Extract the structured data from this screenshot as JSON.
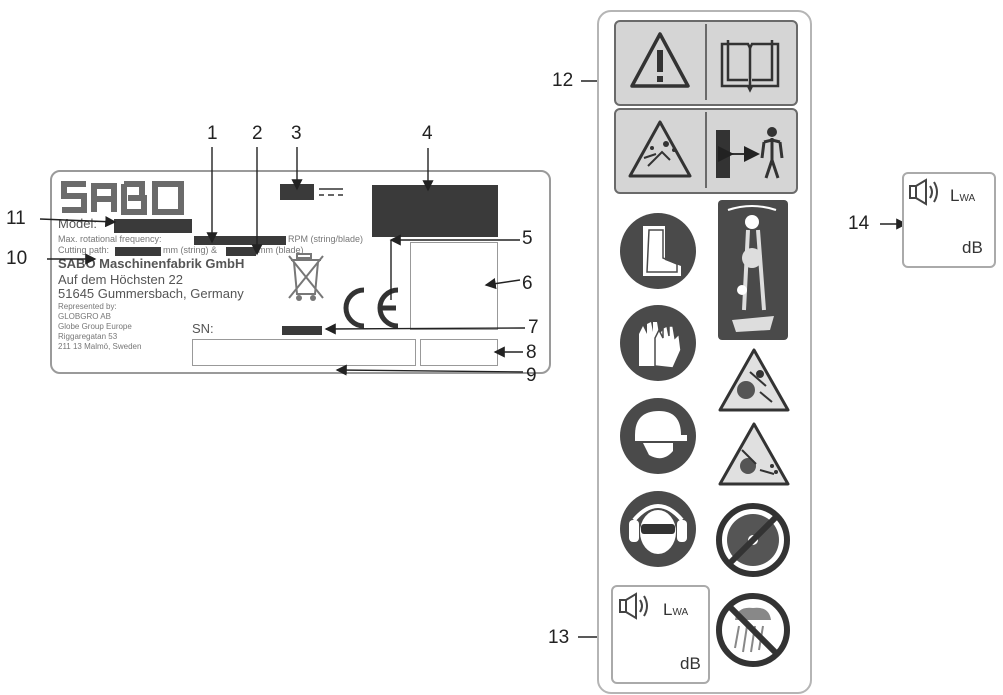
{
  "plate": {
    "brand": "SABO",
    "model_label": "Model:",
    "max_rot_prefix": "Max. rotational frequency:",
    "max_rot_suffix": "RPM (string/blade)",
    "cut_prefix": "Cutting path:",
    "cut_mid": "mm (string) &",
    "cut_suffix": "mm (blade)",
    "company": "SABO Maschinenfabrik GmbH",
    "address1": "Auf dem Höchsten 22",
    "address2": "51645 Gummersbach, Germany",
    "rep_label": "Represented by:",
    "rep1": "GLOBGRO AB",
    "rep2": "Globe Group Europe",
    "rep3": "Riggaregatan 53",
    "rep4": "211 13 Malmö, Sweden",
    "sn_label": "SN:",
    "ce_mark": "CE"
  },
  "callouts": [
    "1",
    "2",
    "3",
    "4",
    "5",
    "6",
    "7",
    "8",
    "9",
    "10",
    "11",
    "12",
    "13",
    "14"
  ],
  "lwa": {
    "label_main": "L",
    "label_sub": "WA",
    "unit": "dB"
  },
  "icons": [
    "warning-icon",
    "manual-icon",
    "thrown-objects-warning-icon",
    "safety-distance-icon",
    "safety-boots-icon",
    "operating-position-icon",
    "gloves-icon",
    "blade-thrust-warning-icon",
    "helmet-icon",
    "thrown-objects-blade-icon",
    "ear-eye-protection-icon",
    "saw-blade-icon",
    "no-rain-icon",
    "sound-power-icon"
  ]
}
